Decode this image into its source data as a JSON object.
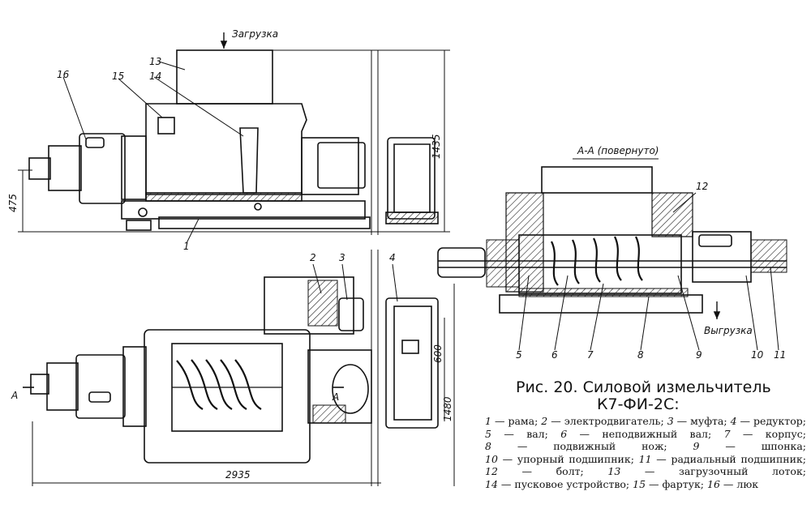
{
  "figure": {
    "caption_line1": "Рис. 20. Силовой измельчитель",
    "caption_line2": "К7-ФИ-2С:",
    "section_title": "А-А (повернуто)",
    "load_label": "Загрузка",
    "unload_label": "Выгрузка",
    "section_marker": "А"
  },
  "dimensions": {
    "height_475": "475",
    "height_1435": "1435",
    "width_600": "600",
    "width_1480": "1480",
    "length_2935": "2935"
  },
  "callouts": [
    "1",
    "2",
    "3",
    "4",
    "5",
    "6",
    "7",
    "8",
    "9",
    "10",
    "11",
    "12",
    "13",
    "14",
    "15",
    "16"
  ],
  "legend": [
    {
      "num": "1",
      "text": "рама;"
    },
    {
      "num": "2",
      "text": "электродвигатель;"
    },
    {
      "num": "3",
      "text": "муфта;"
    },
    {
      "num": "4",
      "text": "редуктор;"
    },
    {
      "num": "5",
      "text": "вал;"
    },
    {
      "num": "6",
      "text": "неподвижный вал;"
    },
    {
      "num": "7",
      "text": "корпус;"
    },
    {
      "num": "8",
      "text": "подвижный нож;"
    },
    {
      "num": "9",
      "text": "шпонка;"
    },
    {
      "num": "10",
      "text": "упорный подшипник;"
    },
    {
      "num": "11",
      "text": "радиальный подшипник;"
    },
    {
      "num": "12",
      "text": "болт;"
    },
    {
      "num": "13",
      "text": "загрузочный лоток;"
    },
    {
      "num": "14",
      "text": "пусковое устройство;"
    },
    {
      "num": "15",
      "text": "фартук;"
    },
    {
      "num": "16",
      "text": "люк"
    }
  ]
}
